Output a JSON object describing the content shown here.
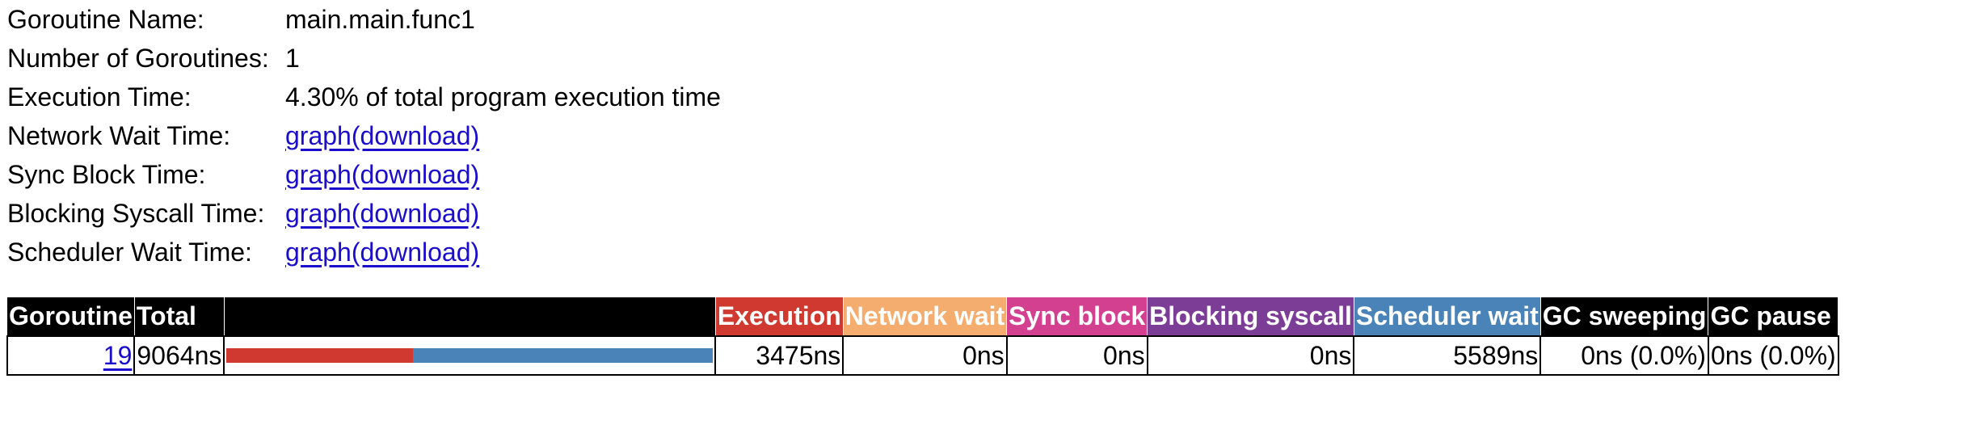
{
  "info": [
    {
      "label": "Goroutine Name:",
      "value": "main.main.func1",
      "link": false
    },
    {
      "label": "Number of Goroutines:",
      "value": "1",
      "link": false
    },
    {
      "label": "Execution Time:",
      "value": "4.30% of total program execution time",
      "link": false
    },
    {
      "label": "Network Wait Time:",
      "value": "graph(download)",
      "link": true
    },
    {
      "label": "Sync Block Time:",
      "value": "graph(download)",
      "link": true
    },
    {
      "label": "Blocking Syscall Time:",
      "value": "graph(download)",
      "link": true
    },
    {
      "label": "Scheduler Wait Time:",
      "value": "graph(download)",
      "link": true
    }
  ],
  "table": {
    "headers": {
      "goroutine": "Goroutine",
      "total": "Total",
      "bar": "",
      "execution": "Execution",
      "network_wait": "Network wait",
      "sync_block": "Sync block",
      "blocking_syscall": "Blocking syscall",
      "scheduler_wait": "Scheduler wait",
      "gc_sweeping": "GC sweeping",
      "gc_pause": "GC pause"
    },
    "header_colors": {
      "default": "#000000",
      "execution": "#d0392f",
      "network_wait": "#f4ad6e",
      "sync_block": "#d2408f",
      "blocking_syscall": "#7c3d97",
      "scheduler_wait": "#4a83b8"
    },
    "row": {
      "goroutine": "19",
      "total": "9064ns",
      "execution": "3475ns",
      "network_wait": "0ns",
      "sync_block": "0ns",
      "blocking_syscall": "0ns",
      "scheduler_wait": "5589ns",
      "gc_sweeping": "0ns (0.0%)",
      "gc_pause": "0ns (0.0%)"
    },
    "bar_segments": [
      {
        "name": "execution",
        "value_ns": 3475,
        "color": "#d0392f"
      },
      {
        "name": "scheduler_wait",
        "value_ns": 5589,
        "color": "#4a83b8"
      }
    ]
  }
}
